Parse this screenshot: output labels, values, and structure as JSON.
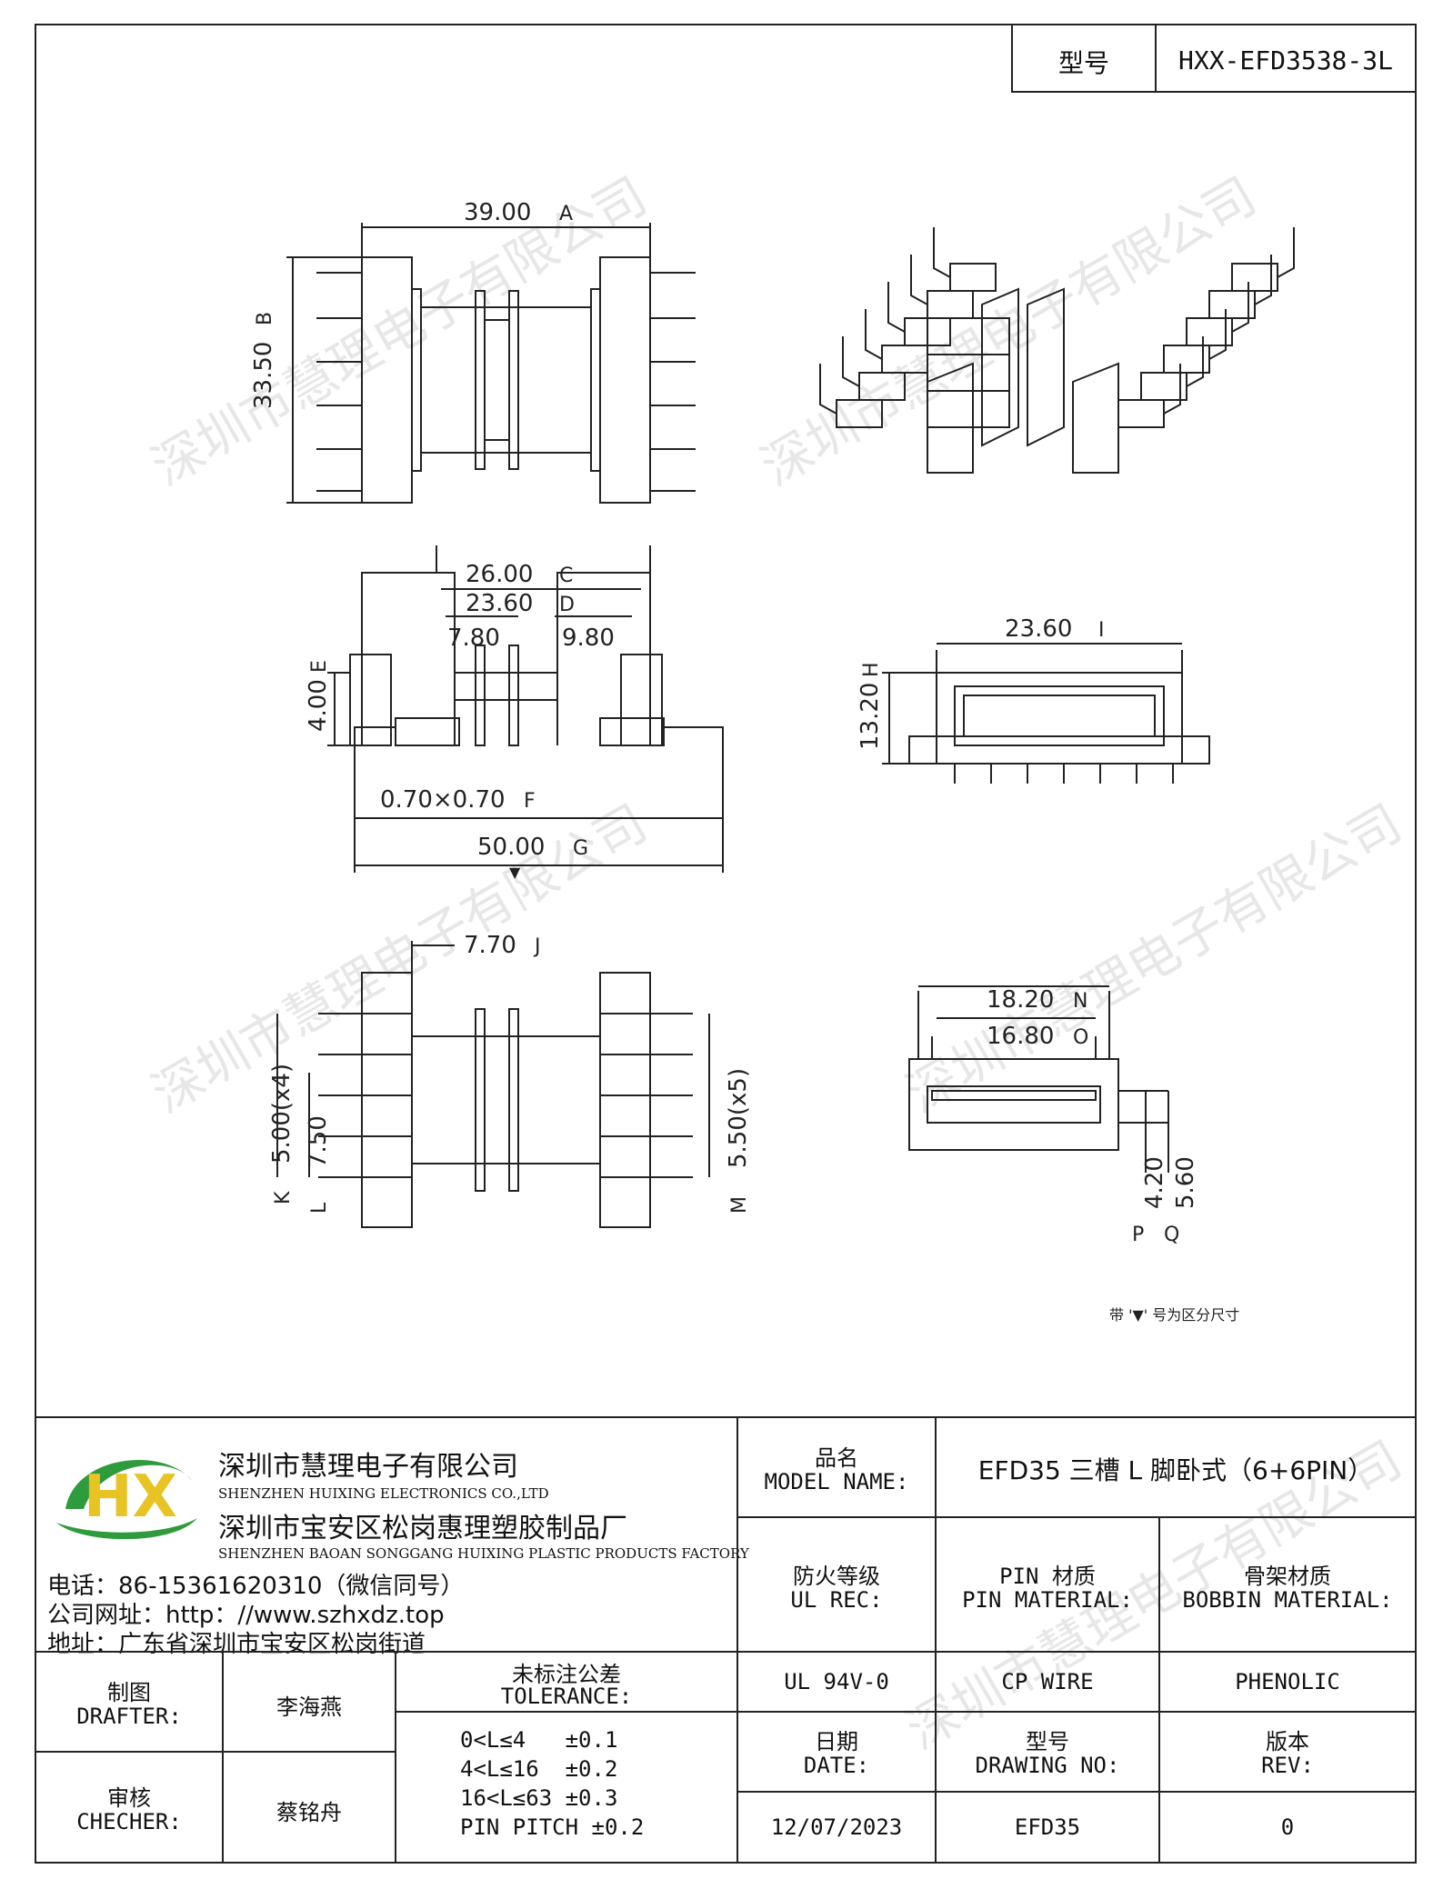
{
  "model_header": {
    "label": "型号",
    "value": "HXX-EFD3538-3L"
  },
  "dims": {
    "A": "39.00",
    "A_m": "A",
    "B": "33.50",
    "B_m": "B",
    "C": "26.00",
    "C_m": "C",
    "D": "23.60",
    "D_m": "D",
    "d780": "7.80",
    "d980": "9.80",
    "E": "4.00",
    "E_m": "E",
    "F": "0.70×0.70",
    "F_m": "F",
    "G": "50.00",
    "G_m": "G",
    "H": "13.20",
    "H_m": "H",
    "I": "23.60",
    "I_m": "I",
    "J": "7.70",
    "J_m": "J",
    "K": "5.00(x4)",
    "K_m": "K",
    "L": "7.50",
    "L_m": "L",
    "M": "5.50(x5)",
    "M_m": "M",
    "N": "18.20",
    "N_m": "N",
    "O": "16.80",
    "O_m": "O",
    "P": "4.20",
    "P_m": "P",
    "Q": "5.60",
    "Q_m": "Q"
  },
  "note": "带 '▼' 号为区分尺寸",
  "watermark": "深圳市慧理电子有限公司",
  "company": {
    "logo_letters": "HX",
    "name_cn": "深圳市慧理电子有限公司",
    "name_en": "SHENZHEN HUIXING ELECTRONICS CO.,LTD",
    "factory_cn": "深圳市宝安区松岗惠理塑胶制品厂",
    "factory_en": "SHENZHEN BAOAN SONGGANG HUIXING PLASTIC PRODUCTS FACTORY",
    "phone": "电话：86-15361620310（微信同号）",
    "website": "公司网址：http：//www.szhxdz.top",
    "address": "地址：广东省深圳市宝安区松岗街道"
  },
  "title_block": {
    "model_name_cn": "品名",
    "model_name_en": "MODEL NAME:",
    "model_name_value": "EFD35 三槽 L 脚卧式（6+6PIN）",
    "ul_cn": "防火等级",
    "ul_en": "UL REC:",
    "pin_cn": "PIN 材质",
    "pin_en": "PIN MATERIAL:",
    "bobbin_cn": "骨架材质",
    "bobbin_en": "BOBBIN MATERIAL:",
    "ul_value": "UL 94V-0",
    "pin_value": "CP WIRE",
    "bobbin_value": "PHENOLIC",
    "drafter_cn": "制图",
    "drafter_en": "DRAFTER:",
    "drafter_value": "李海燕",
    "checker_cn": "审核",
    "checker_en": "CHECHER:",
    "checker_value": "蔡铭舟",
    "tolerance_cn": "未标注公差",
    "tolerance_en": "TOLERANCE:",
    "tolerances": [
      "0<L≤4   ±0.1",
      "4<L≤16  ±0.2",
      "16<L≤63 ±0.3",
      "PIN PITCH ±0.2"
    ],
    "date_cn": "日期",
    "date_en": "DATE:",
    "date_value": "12/07/2023",
    "drawing_cn": "型号",
    "drawing_en": "DRAWING NO:",
    "drawing_value": "EFD35",
    "rev_cn": "版本",
    "rev_en": "REV:",
    "rev_value": "0"
  },
  "colors": {
    "logo_green": "#2e9b3c",
    "logo_yellow": "#e7c323",
    "logo_blue": "#2a63b5"
  }
}
